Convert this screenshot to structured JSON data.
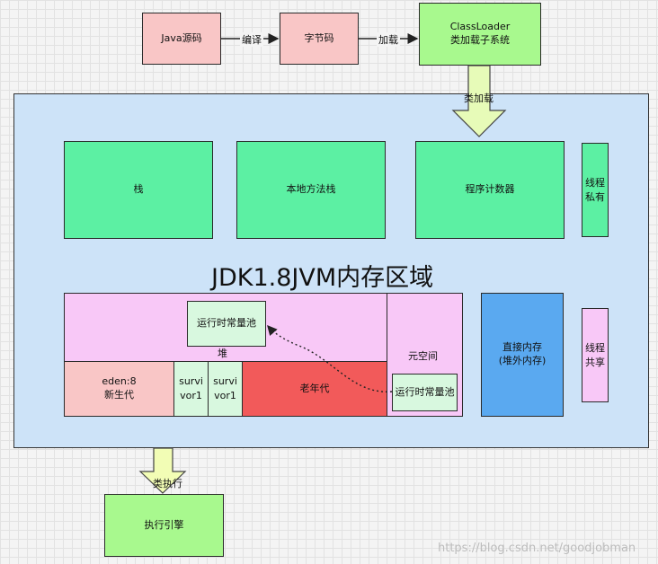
{
  "top_flow": {
    "java_source": "Java源码",
    "compile_label": "编译",
    "bytecode": "字节码",
    "load_label": "加载",
    "classloader_line1": "ClassLoader",
    "classloader_line2": "类加载子系统",
    "class_load_arrow_label": "类加载"
  },
  "jvm": {
    "title": "JDK1.8JVM内存区域",
    "stack": "栈",
    "native_method_stack": "本地方法栈",
    "program_counter": "程序计数器",
    "thread_private": "线程私有",
    "thread_shared": "线程共享",
    "heap_label": "堆",
    "runtime_constant_pool_top": "运行时常量池",
    "eden_line1": "eden:8",
    "eden_line2": "新生代",
    "survivor1": "survivor1",
    "survivor2": "survivor1",
    "old_gen": "老年代",
    "metaspace": "元空间",
    "runtime_constant_pool_meta": "运行时常量池",
    "direct_memory_line1": "直接内存",
    "direct_memory_line2": "(堆外内存)"
  },
  "bottom_flow": {
    "class_exec_label": "类执行",
    "exec_engine": "执行引擎"
  },
  "watermark": "https://blog.csdn.net/goodjobman",
  "colors": {
    "pink_light": "#f9c6c6",
    "green": "#5cf0a3",
    "lime": "#a8f98e",
    "blue_main": "#cde3f8",
    "blue_dark": "#5aa9f0",
    "lavender": "#f8c8f7",
    "red": "#f25a5a",
    "mint": "#d8f8df"
  }
}
